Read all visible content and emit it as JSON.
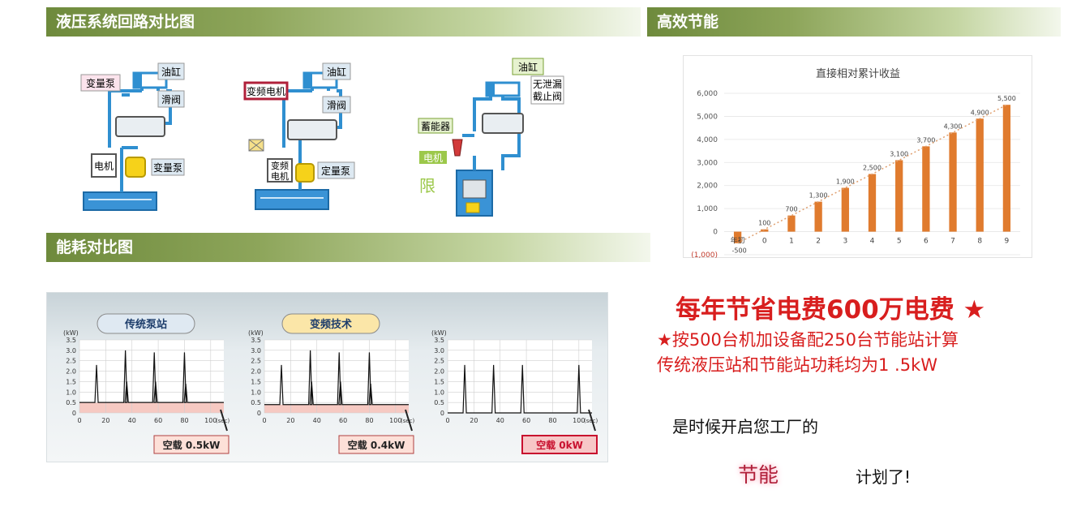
{
  "sections": {
    "circuit_title": "液压系统回路对比图",
    "efficiency_title": "高效节能",
    "energy_title": "能耗对比图"
  },
  "circuits": {
    "variable_pump": {
      "pump_label": "变量泵",
      "cylinder_label": "油缸",
      "valve_label": "滑阀",
      "motor_label": "电机",
      "pump2_label": "变量泵"
    },
    "vfd_motor": {
      "vfd_label": "变频电机",
      "cylinder_label": "油缸",
      "valve_label": "滑阀",
      "motor_label_1": "变频",
      "motor_label_2": "电机",
      "pump_label": "定量泵"
    },
    "energy_station": {
      "cylinder_label": "油缸",
      "valve_label_1": "无泄漏",
      "valve_label_2": "截止阀",
      "accumulator_label": "蓄能器",
      "motor_label": "电机",
      "limit_label": "限"
    }
  },
  "energy_charts": [
    {
      "title": "传统泵站",
      "idle_label": "空载 0.5kW",
      "baseline": 0.5,
      "highlight": false
    },
    {
      "title": "变频技术",
      "idle_label": "空载 0.4kW",
      "baseline": 0.4,
      "highlight": false
    },
    {
      "title": "",
      "idle_label": "空载 0kW",
      "baseline": 0,
      "highlight": true
    }
  ],
  "energy_axes": {
    "y_unit": "(kW)",
    "x_unit": "(sec)",
    "y_ticks": [
      "3.5",
      "3.0",
      "2.5",
      "2.0",
      "1.5",
      "1.0",
      "0.5",
      "0"
    ],
    "x_ticks": [
      "0",
      "20",
      "40",
      "60",
      "80",
      "100"
    ]
  },
  "chart_data": {
    "type": "bar",
    "title": "直接相对累计收益",
    "categories": [
      "年初",
      "0",
      "1",
      "2",
      "3",
      "4",
      "5",
      "6",
      "7",
      "8",
      "9"
    ],
    "values": [
      -500,
      100,
      700,
      1300,
      1900,
      2500,
      3100,
      3700,
      4300,
      4900,
      5500
    ],
    "data_labels": [
      "-500",
      "100",
      "700",
      "1,300",
      "1,900",
      "2,500",
      "3,100",
      "3,700",
      "4,300",
      "4,900",
      "5,500"
    ],
    "y_ticks": [
      "6,000",
      "5,000",
      "4,000",
      "3,000",
      "2,000",
      "1,000",
      "0",
      "(1,000)"
    ],
    "ylim": [
      -1000,
      6000
    ],
    "trendline": true,
    "bar_color": "#e07b2e",
    "trend_color": "#e0a070"
  },
  "promo": {
    "headline": "每年节省电费600万电费 ★",
    "line1": "★按500台机加设备配250台节能站计算",
    "line2": "传统液压站和节能站功耗均为1 .5kW",
    "cta_1": "是时候开启您工厂的",
    "cta_highlight": "节能",
    "cta_2": "计划了!"
  },
  "colors": {
    "accent_red": "#d81e1e",
    "bar_green": "#7a9444",
    "pipe_blue": "#2f8fd0",
    "tank_blue": "#3a93d6",
    "motor_yellow": "#f6d21a",
    "idle_pink": "#f6c9c2"
  }
}
